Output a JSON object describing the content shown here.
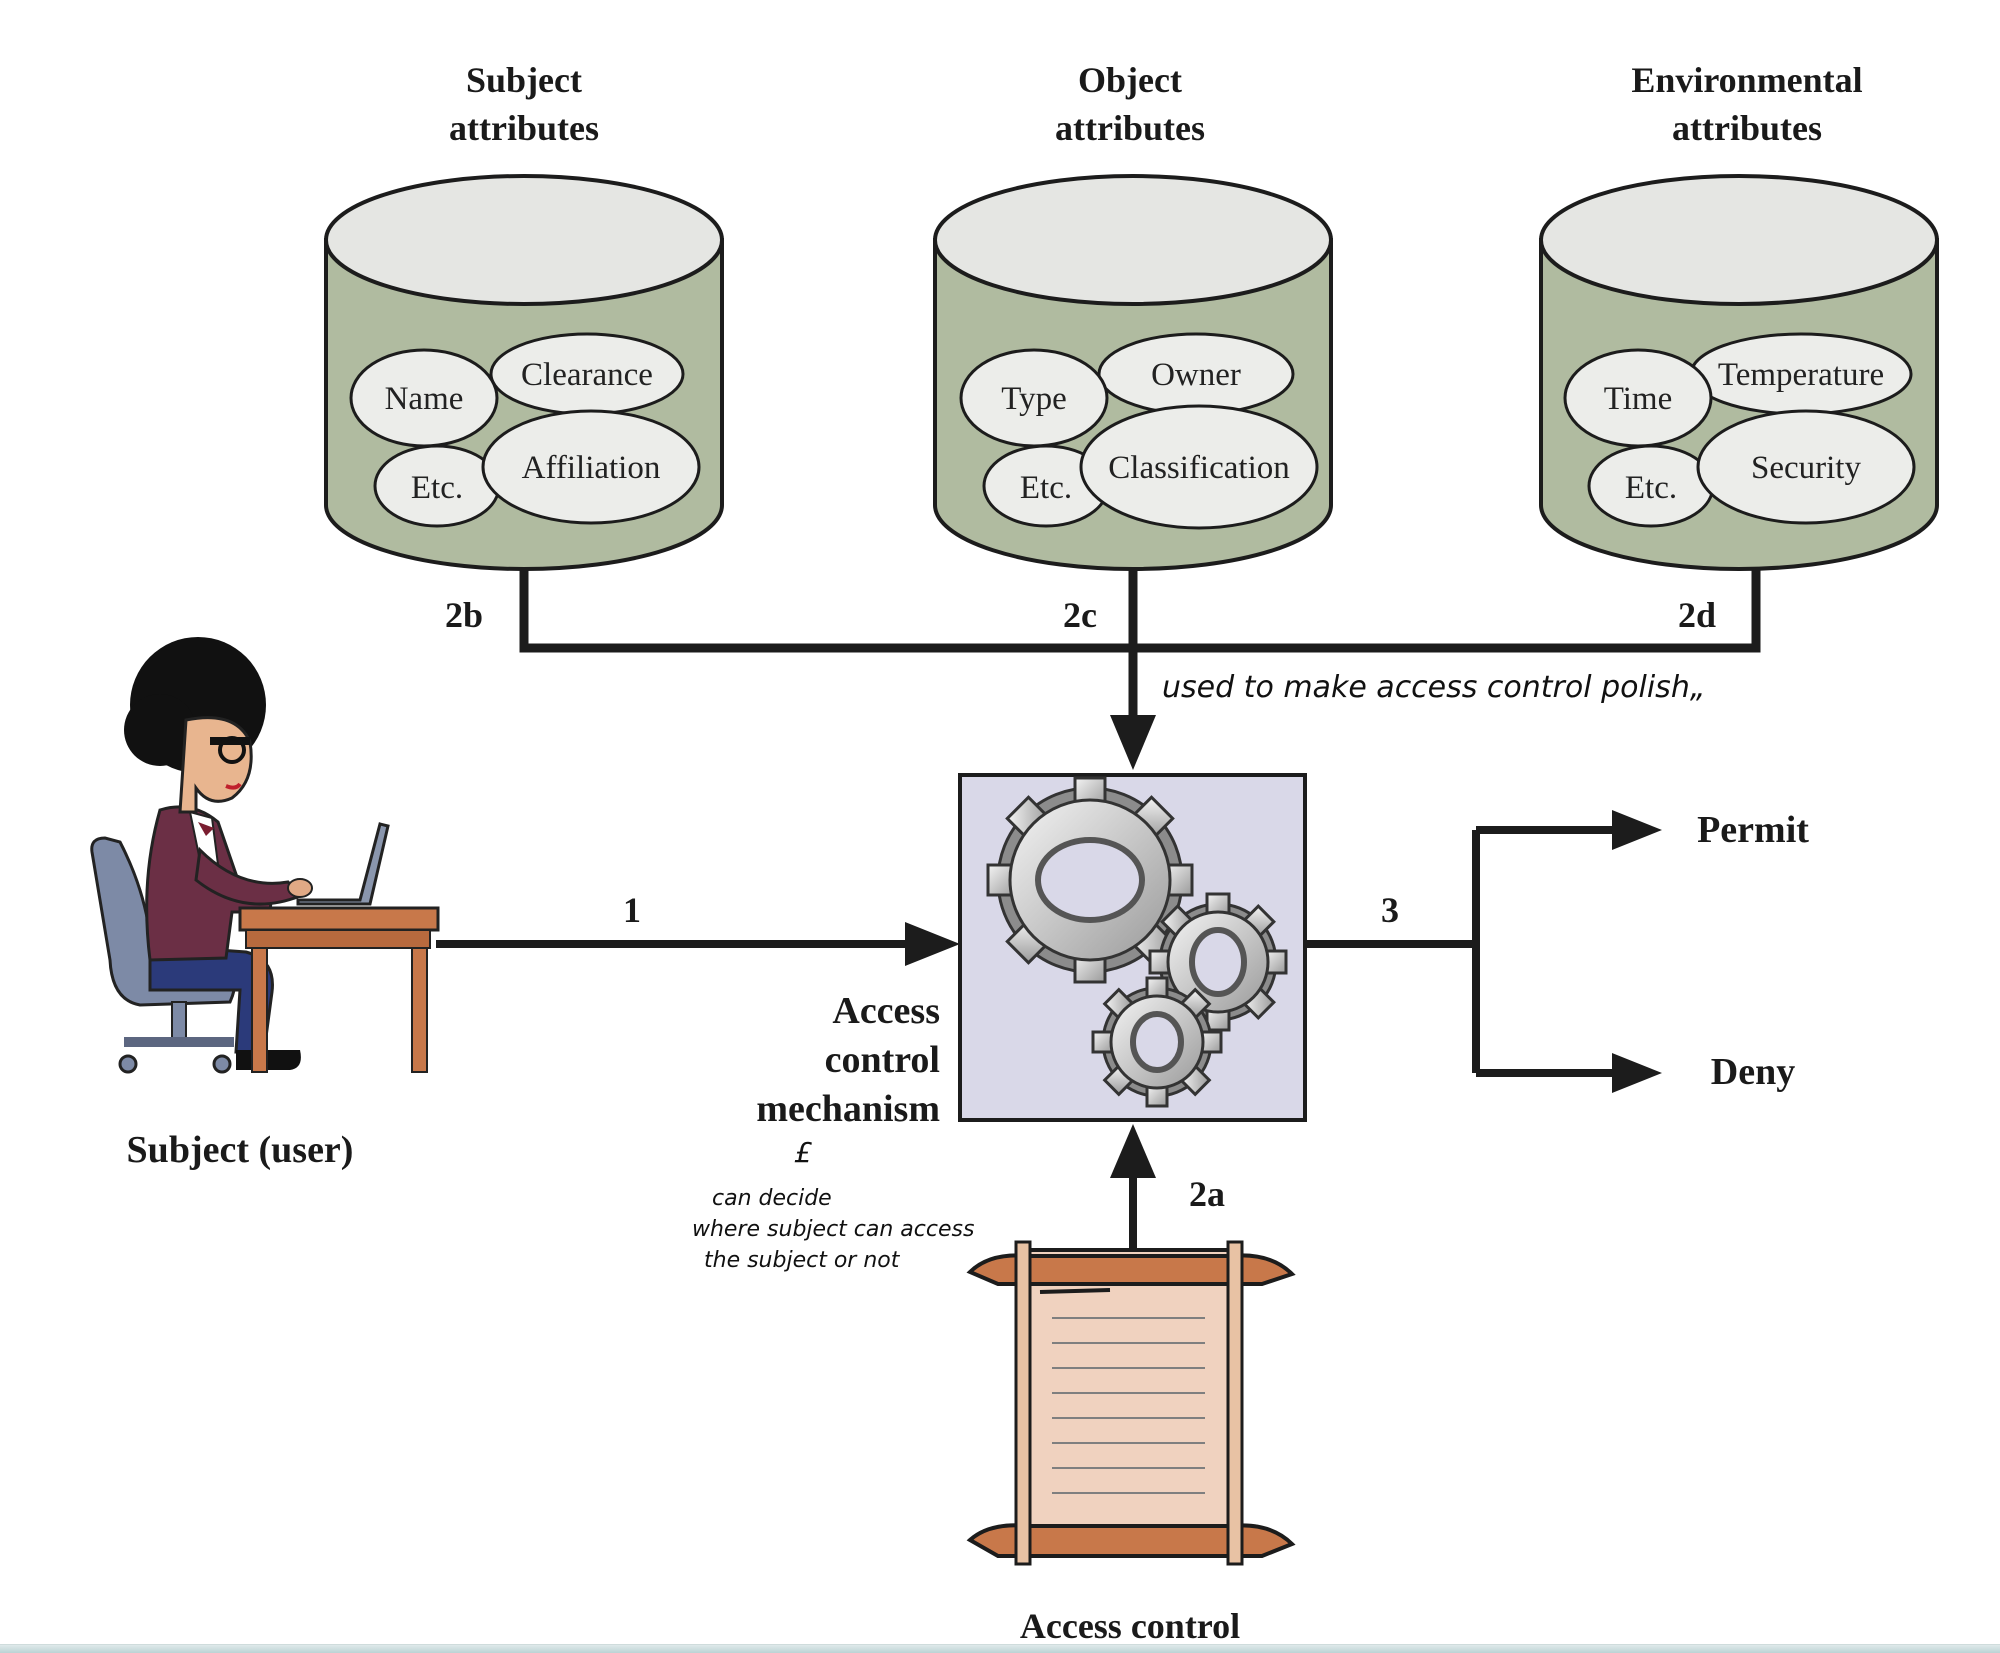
{
  "cylinders": [
    {
      "title_line1": "Subject",
      "title_line2": "attributes",
      "attrs": {
        "a": "Name",
        "b": "Clearance",
        "c": "Etc.",
        "d": "Affiliation"
      },
      "connector_label": "2b"
    },
    {
      "title_line1": "Object",
      "title_line2": "attributes",
      "attrs": {
        "a": "Type",
        "b": "Owner",
        "c": "Etc.",
        "d": "Classification"
      },
      "connector_label": "2c"
    },
    {
      "title_line1": "Environmental",
      "title_line2": "attributes",
      "attrs": {
        "a": "Time",
        "b": "Temperature",
        "c": "Etc.",
        "d": "Security"
      },
      "connector_label": "2d"
    }
  ],
  "subject": {
    "label": "Subject (user)",
    "arrow_label": "1"
  },
  "mechanism": {
    "line1": "Access",
    "line2": "control",
    "line3": "mechanism",
    "policy_arrow_label": "2a"
  },
  "decision": {
    "arrow_label": "3",
    "permit": "Permit",
    "deny": "Deny"
  },
  "policy": {
    "label": "Access control"
  },
  "annotations": {
    "top_note": "used to make access control polish„",
    "side_note_symbol": "£",
    "side_note_line1": "can decide",
    "side_note_line2": "where subject  can access",
    "side_note_line3": "the subject  or  not"
  },
  "colors": {
    "cylinder_body": "#b0bba0",
    "cylinder_top": "#e5e6e3",
    "ellipse_fill": "#ecedea",
    "mechanism_bg": "#d9d8e8",
    "scroll_paper": "#f0d2bf",
    "scroll_wood": "#c8784a",
    "line": "#1c1c1c"
  }
}
